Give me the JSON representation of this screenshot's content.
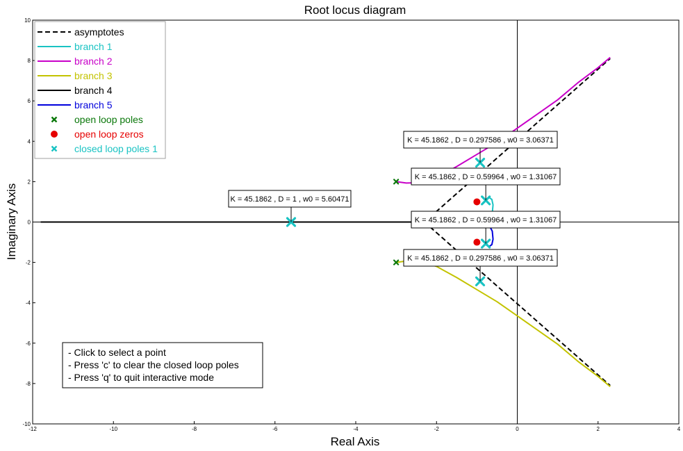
{
  "chart_data": {
    "type": "line",
    "title": "Root locus diagram",
    "xlabel": "Real Axis",
    "ylabel": "Imaginary Axis",
    "xlim": [
      -12,
      4
    ],
    "ylim": [
      -10,
      10
    ],
    "xticks": [
      -12,
      -10,
      -8,
      -6,
      -4,
      -2,
      0,
      2,
      4
    ],
    "yticks": [
      -10,
      -8,
      -6,
      -4,
      -2,
      0,
      2,
      4,
      6,
      8,
      10
    ],
    "grid": false,
    "legend_position": "top-left",
    "colors": {
      "asymptotes": "#000000",
      "branch1": "#19c3c3",
      "branch2": "#c800c8",
      "branch3": "#c3c300",
      "branch4": "#000000",
      "branch5": "#0000dc",
      "open_loop_poles": "#0a780a",
      "open_loop_zeros": "#e60000",
      "closed_loop_poles": "#19c3c3"
    },
    "legend": [
      {
        "label": "asymptotes",
        "kind": "dashed",
        "color": "#000000"
      },
      {
        "label": "branch  1",
        "kind": "line",
        "color": "#19c3c3"
      },
      {
        "label": "branch  2",
        "kind": "line",
        "color": "#c800c8"
      },
      {
        "label": "branch  3",
        "kind": "line",
        "color": "#c3c300"
      },
      {
        "label": "branch  4",
        "kind": "line",
        "color": "#000000"
      },
      {
        "label": "branch  5",
        "kind": "line",
        "color": "#0000dc"
      },
      {
        "label": "open loop poles",
        "kind": "x",
        "color": "#0a780a"
      },
      {
        "label": "open loop zeros",
        "kind": "dot",
        "color": "#e60000"
      },
      {
        "label": "closed loop poles 1",
        "kind": "x",
        "color": "#19c3c3"
      }
    ],
    "series": [
      {
        "name": "asymptotes",
        "segments": [
          [
            [
              -2.3,
              0
            ],
            [
              2.3,
              8.1
            ]
          ],
          [
            [
              -2.3,
              0
            ],
            [
              2.3,
              -8.1
            ]
          ],
          [
            [
              -2.3,
              0
            ],
            [
              -4.3,
              0
            ]
          ]
        ]
      },
      {
        "name": "branch 1",
        "x": [
          -0.78,
          -0.7,
          -0.63,
          -0.6,
          -0.62,
          -0.7,
          -0.78
        ],
        "y": [
          1.12,
          1.22,
          1.12,
          0.85,
          0.45,
          0.15,
          0.02
        ]
      },
      {
        "name": "branch 2",
        "x": [
          -3.0,
          -2.75,
          -2.4,
          -2.0,
          -1.5,
          -1.0,
          -0.5,
          0.0,
          0.5,
          1.0,
          1.5,
          2.0,
          2.3
        ],
        "y": [
          2.0,
          1.93,
          1.95,
          2.2,
          2.75,
          3.35,
          3.95,
          4.65,
          5.35,
          6.05,
          6.9,
          7.65,
          8.15
        ]
      },
      {
        "name": "branch 3",
        "x": [
          -3.0,
          -2.75,
          -2.4,
          -2.0,
          -1.5,
          -1.0,
          -0.5,
          0.0,
          0.5,
          1.0,
          1.5,
          2.0,
          2.3
        ],
        "y": [
          -2.0,
          -1.93,
          -1.95,
          -2.2,
          -2.75,
          -3.35,
          -3.95,
          -4.65,
          -5.35,
          -6.05,
          -6.9,
          -7.65,
          -8.15
        ]
      },
      {
        "name": "branch 4",
        "x": [
          -11.8,
          -6.0,
          -2.0,
          -1.0
        ],
        "y": [
          0,
          0,
          0,
          0
        ]
      },
      {
        "name": "branch 5",
        "x": [
          -0.78,
          -0.7,
          -0.63,
          -0.6,
          -0.62,
          -0.7,
          -0.78
        ],
        "y": [
          -1.12,
          -1.22,
          -1.12,
          -0.85,
          -0.45,
          -0.15,
          -0.02
        ]
      },
      {
        "name": "open loop poles",
        "points": [
          [
            -3.0,
            2.0
          ],
          [
            -3.0,
            -2.0
          ]
        ]
      },
      {
        "name": "open loop zeros",
        "points": [
          [
            -1.0,
            1.0
          ],
          [
            -1.0,
            -1.0
          ]
        ]
      },
      {
        "name": "closed loop poles 1",
        "points": [
          [
            -5.6,
            0.0
          ],
          [
            -0.92,
            2.94
          ],
          [
            -0.92,
            -2.94
          ],
          [
            -0.78,
            1.07
          ],
          [
            -0.78,
            -1.07
          ]
        ]
      }
    ],
    "annotations": [
      {
        "text": "K = 45.1862 , D = 1 , w0 = 5.60471",
        "target": [
          -5.6,
          0.0
        ]
      },
      {
        "text": "K = 45.1862 , D = 0.297586 , w0 = 3.06371",
        "target": [
          -0.92,
          2.94
        ]
      },
      {
        "text": "K = 45.1862 , D = 0.59964 , w0 = 1.31067",
        "target": [
          -0.78,
          1.07
        ]
      },
      {
        "text": "K = 45.1862 , D = 0.59964 , w0 = 1.31067",
        "target": [
          -0.78,
          -1.07
        ]
      },
      {
        "text": "K = 45.1862 , D = 0.297586 , w0 = 3.06371",
        "target": [
          -0.92,
          -2.94
        ]
      }
    ],
    "help": [
      "- Click to select a point",
      "- Press 'c' to clear the closed loop poles",
      "- Press 'q' to quit interactive mode"
    ]
  }
}
